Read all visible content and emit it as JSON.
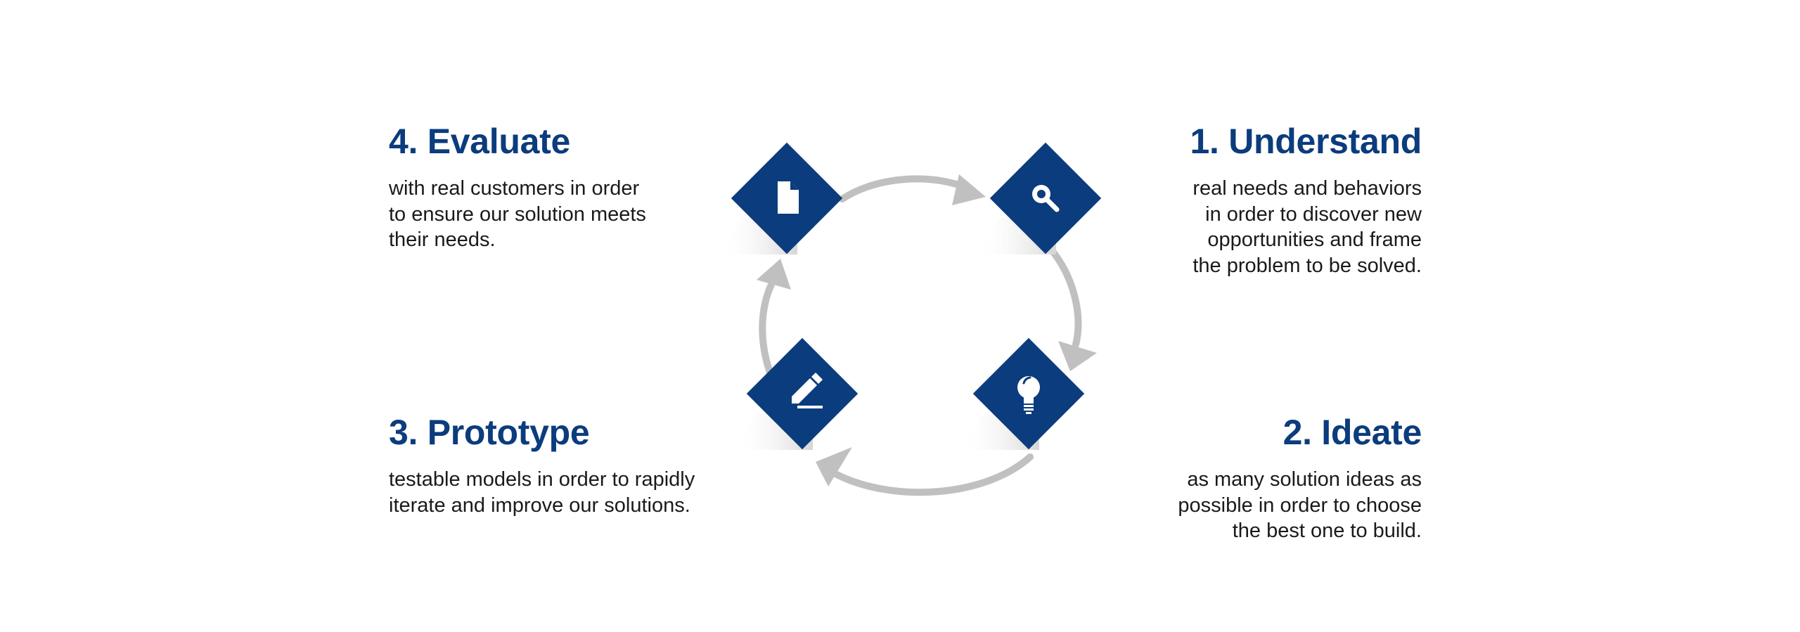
{
  "steps": {
    "understand": {
      "title": "1. Understand",
      "lines": [
        "real needs and behaviors",
        "in order to discover new",
        "opportunities and frame",
        "the problem to be solved."
      ],
      "icon": "magnifier-icon"
    },
    "ideate": {
      "title": "2. Ideate",
      "lines": [
        "as many solution ideas as",
        "possible in order to choose",
        "the best one to build."
      ],
      "icon": "lightbulb-icon"
    },
    "prototype": {
      "title": "3. Prototype",
      "lines": [
        "testable models in order to rapidly",
        "iterate and improve our solutions."
      ],
      "icon": "pencil-icon"
    },
    "evaluate": {
      "title": "4. Evaluate",
      "lines": [
        "with real customers in order",
        "to ensure our solution meets",
        "their needs."
      ],
      "icon": "document-icon"
    }
  },
  "colors": {
    "accent": "#0b3c7d",
    "arrow": "#c0c0c0",
    "text": "#1a1a1a"
  }
}
